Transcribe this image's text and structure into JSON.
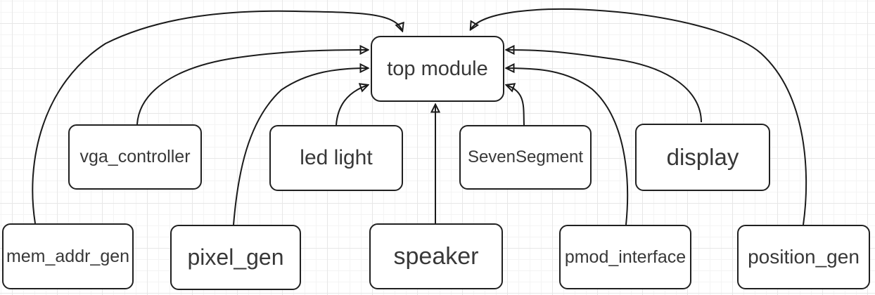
{
  "diagram": {
    "nodes": {
      "top_module": {
        "label": "top module"
      },
      "vga_controller": {
        "label": "vga_controller"
      },
      "led_light": {
        "label": "led light"
      },
      "seven_segment": {
        "label": "SevenSegment"
      },
      "display": {
        "label": "display"
      },
      "mem_addr_gen": {
        "label": "mem_addr_gen"
      },
      "pixel_gen": {
        "label": "pixel_gen"
      },
      "speaker": {
        "label": "speaker"
      },
      "pmod_interface": {
        "label": "pmod_interface"
      },
      "position_gen": {
        "label": "position_gen"
      }
    },
    "edges": [
      {
        "from": "mem_addr_gen",
        "to": "top_module",
        "arrow": "to",
        "enters": "top-left"
      },
      {
        "from": "vga_controller",
        "to": "top_module",
        "arrow": "to",
        "enters": "left-top"
      },
      {
        "from": "pixel_gen",
        "to": "top_module",
        "arrow": "to",
        "enters": "left-middle"
      },
      {
        "from": "led_light",
        "to": "top_module",
        "arrow": "to",
        "enters": "left-bottom"
      },
      {
        "from": "speaker",
        "to": "top_module",
        "arrow": "to",
        "enters": "bottom"
      },
      {
        "from": "seven_segment",
        "to": "top_module",
        "arrow": "to",
        "enters": "right-bottom"
      },
      {
        "from": "pmod_interface",
        "to": "top_module",
        "arrow": "to",
        "enters": "right-middle"
      },
      {
        "from": "display",
        "to": "top_module",
        "arrow": "to",
        "enters": "right-top"
      },
      {
        "from": "position_gen",
        "to": "top_module",
        "arrow": "to",
        "enters": "top-right"
      }
    ],
    "colors": {
      "background": "#ffffff",
      "grid_minor": "#f4f4f4",
      "grid_major": "#e7e7e7",
      "node_fill": "#ffffff",
      "node_stroke": "#202020",
      "edge_stroke": "#1a1a1a",
      "label_text": "#383838"
    }
  }
}
